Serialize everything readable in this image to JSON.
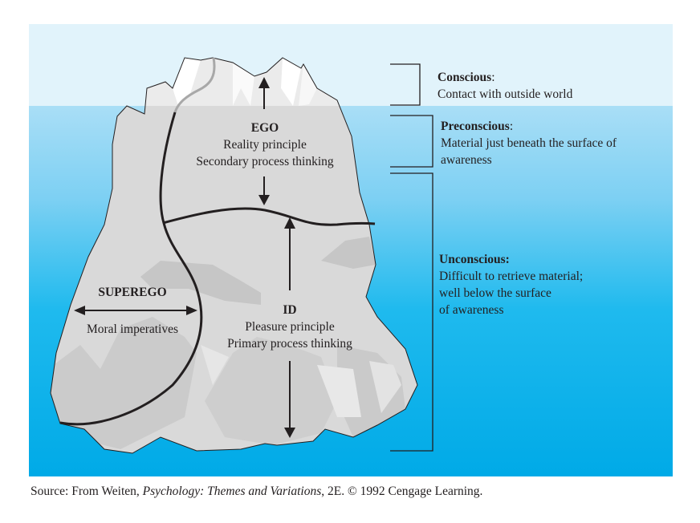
{
  "diagram": {
    "title": "Freud's model of personality structure (iceberg)",
    "colors": {
      "sky": "#e1f3fb",
      "water_top": "#a6dcf5",
      "water_bottom": "#00ade9",
      "ice": "#d9d9d9",
      "ice_light": "#f2f2f2",
      "ice_shadow": "#b9b9b9",
      "line": "#231f20"
    },
    "levels": [
      {
        "id": "conscious",
        "title": "Conscious",
        "suffix": ":",
        "lines": [
          "Contact with outside world"
        ]
      },
      {
        "id": "preconscious",
        "title": "Preconscious",
        "suffix": ":",
        "lines": [
          "Material just beneath the surface of",
          "awareness"
        ]
      },
      {
        "id": "unconscious",
        "title": "Unconscious:",
        "suffix": "",
        "lines": [
          "Difficult to retrieve material;",
          "well below the surface",
          "of awareness"
        ]
      }
    ],
    "structures": {
      "ego": {
        "title": "EGO",
        "lines": [
          "Reality principle",
          "Secondary process thinking"
        ]
      },
      "superego": {
        "title": "SUPEREGO",
        "lines": [
          "Moral imperatives"
        ]
      },
      "id": {
        "title": "ID",
        "lines": [
          "Pleasure principle",
          "Primary process thinking"
        ]
      }
    }
  },
  "caption": {
    "prefix": "Source: From Weiten, ",
    "book_title": "Psychology: Themes and Variations",
    "suffix": ", 2E. © 1992 Cengage Learning."
  }
}
